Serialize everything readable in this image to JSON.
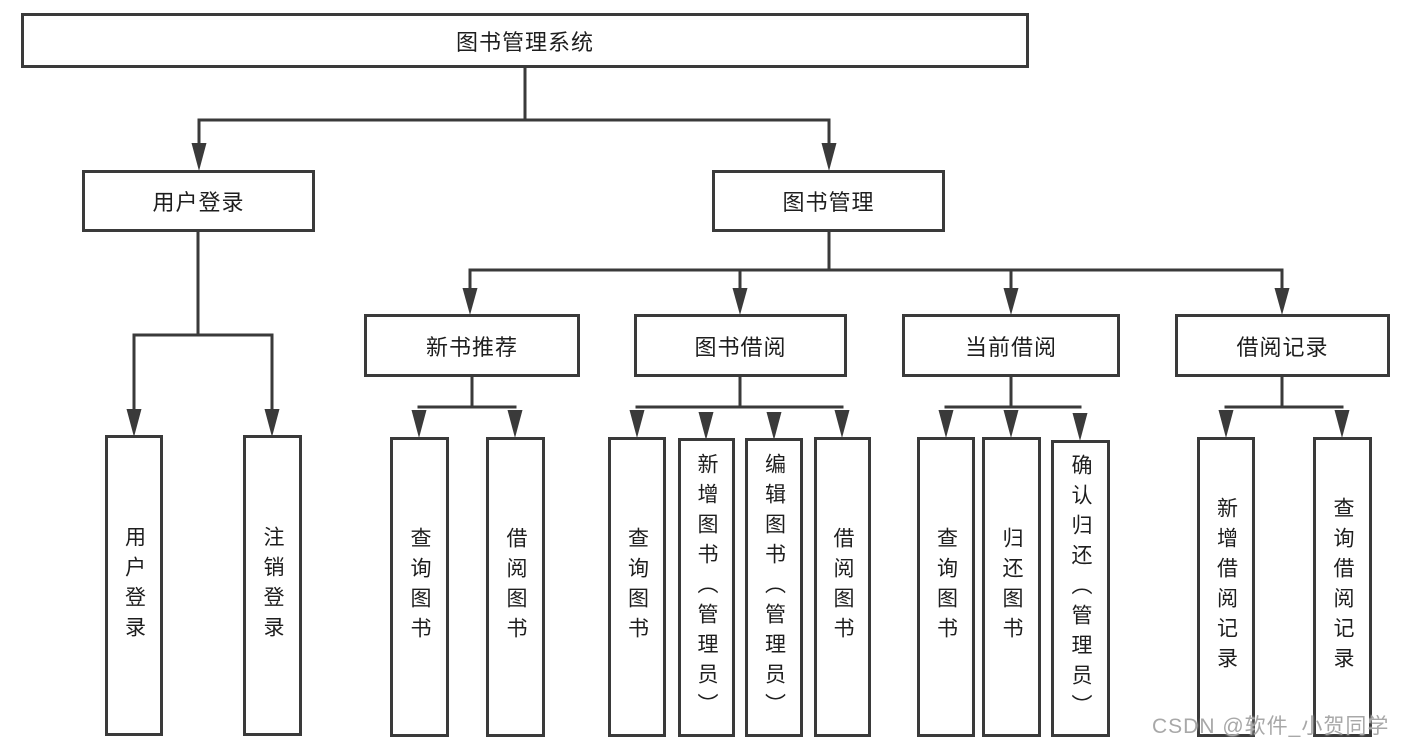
{
  "tree": {
    "root": {
      "label": "图书管理系统"
    },
    "modules": [
      {
        "label": "用户登录",
        "children": [
          {
            "label": "用户登录"
          },
          {
            "label": "注销登录"
          }
        ]
      },
      {
        "label": "图书管理",
        "submodules": [
          {
            "label": "新书推荐",
            "children": [
              {
                "label": "查询图书"
              },
              {
                "label": "借阅图书"
              }
            ]
          },
          {
            "label": "图书借阅",
            "children": [
              {
                "label": "查询图书"
              },
              {
                "label": "新增图书（管理员）"
              },
              {
                "label": "编辑图书（管理员）"
              },
              {
                "label": "借阅图书"
              }
            ]
          },
          {
            "label": "当前借阅",
            "children": [
              {
                "label": "查询图书"
              },
              {
                "label": "归还图书"
              },
              {
                "label": "确认归还（管理员）"
              }
            ]
          },
          {
            "label": "借阅记录",
            "children": [
              {
                "label": "新增借阅记录"
              },
              {
                "label": "查询借阅记录"
              }
            ]
          }
        ]
      }
    ]
  },
  "watermark": {
    "text": "CSDN @软件_小贺同学"
  },
  "colors": {
    "line": "#3a3a3a",
    "text": "#1e1e1e",
    "watermark": "#a8a8a8",
    "background": "#ffffff"
  }
}
